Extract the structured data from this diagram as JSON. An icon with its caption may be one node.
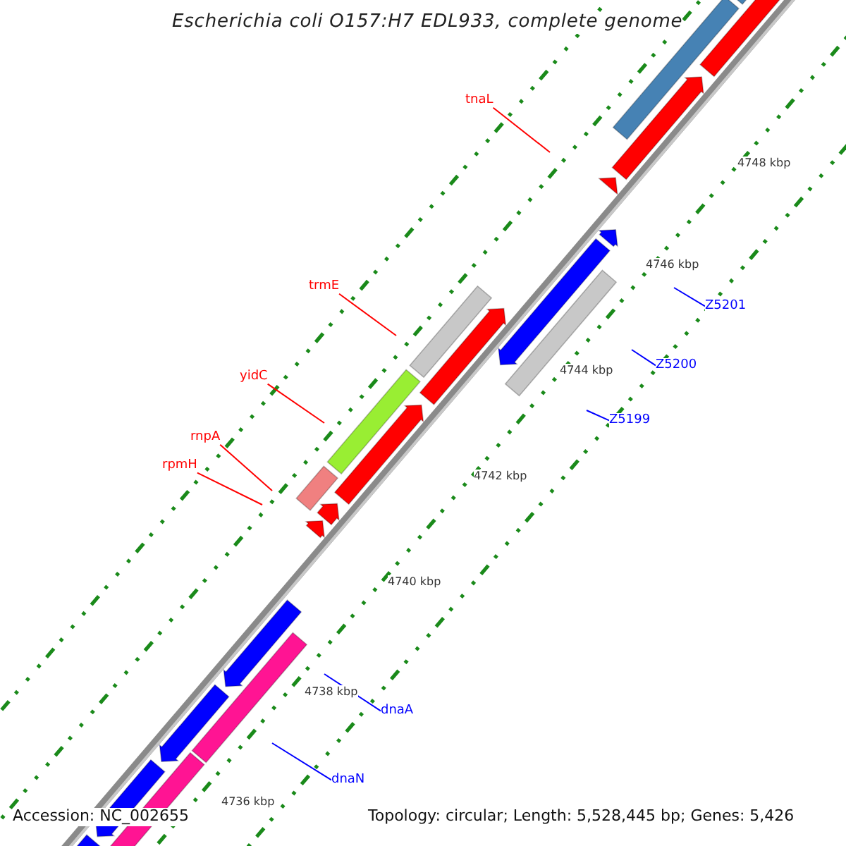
{
  "diagram": {
    "title": "Escherichia coli O157:H7 EDL933, complete genome",
    "nodes": [
      {
        "text": [
          "tnaL"
        ]
      },
      {
        "text": [
          "trmE"
        ]
      },
      {
        "text": [
          "yidC"
        ]
      },
      {
        "text": [
          "rnpA"
        ]
      },
      {
        "text": [
          "rpmH"
        ]
      },
      {
        "text": [
          "Z5201"
        ]
      },
      {
        "text": [
          "Z5200"
        ]
      },
      {
        "text": [
          "Z5199"
        ]
      },
      {
        "text": [
          "dnaA"
        ]
      },
      {
        "text": [
          "dnaN"
        ]
      }
    ],
    "edges": [
      {
        "from": 0,
        "to": null,
        "arrow": "none",
        "color": "#ff0000"
      },
      {
        "from": 1,
        "to": null,
        "arrow": "none",
        "color": "#ff0000"
      },
      {
        "from": 2,
        "to": null,
        "arrow": "none",
        "color": "#ff0000"
      },
      {
        "from": 3,
        "to": null,
        "arrow": "none",
        "color": "#ff0000"
      },
      {
        "from": 4,
        "to": null,
        "arrow": "none",
        "color": "#ff0000"
      },
      {
        "from": 5,
        "to": null,
        "arrow": "none",
        "color": "#0000ff"
      },
      {
        "from": 6,
        "to": null,
        "arrow": "none",
        "color": "#0000ff"
      },
      {
        "from": 7,
        "to": null,
        "arrow": "none",
        "color": "#0000ff"
      },
      {
        "from": 8,
        "to": null,
        "arrow": "none",
        "color": "#0000ff"
      },
      {
        "from": 9,
        "to": null,
        "arrow": "none",
        "color": "#0000ff"
      }
    ],
    "labels": [
      "4748 kbp",
      "4746 kbp",
      "4744 kbp",
      "4742 kbp",
      "4740 kbp",
      "4738 kbp",
      "4736 kbp",
      "Accession: NC_002655",
      "Topology: circular; Length: 5,528,445 bp; Genes: 5,426"
    ]
  }
}
